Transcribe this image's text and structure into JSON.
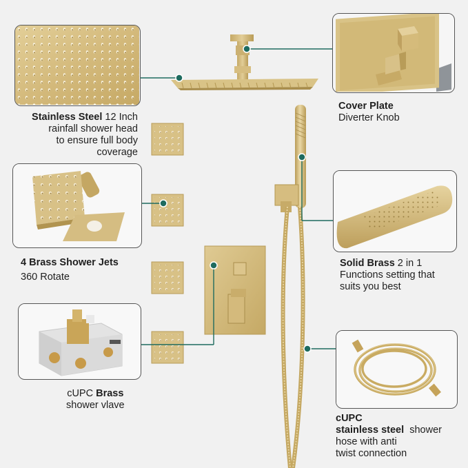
{
  "colors": {
    "background": "#f1f1f1",
    "gold": "#d6bd7f",
    "gold_dark": "#b99c57",
    "connector": "#1e6b5f",
    "panel_border": "#555555"
  },
  "callouts": {
    "shower_head": {
      "bold": "Stainless Steel",
      "line1_rest": " 12 Inch",
      "line2": "rainfall shower head",
      "line3": "to ensure full body",
      "line4": "coverage"
    },
    "cover_plate": {
      "bold": "Cover Plate",
      "line2": "Diverter Knob"
    },
    "shower_jets": {
      "bold": "4 Brass Shower Jets",
      "line2": "360 Rotate"
    },
    "hand_shower": {
      "bold": "Solid Brass",
      "line1_rest": " 2 in 1",
      "line2": "Functions setting that",
      "line3": "suits you best"
    },
    "valve": {
      "prefix": "cUPC ",
      "bold": "Brass",
      "line2": "shower vlave"
    },
    "hose": {
      "line1_bold": "cUPC",
      "line2_bold": "stainless steel",
      "line2_rest": "  shower",
      "line3": "hose with anti",
      "line4": "twist connection"
    }
  }
}
